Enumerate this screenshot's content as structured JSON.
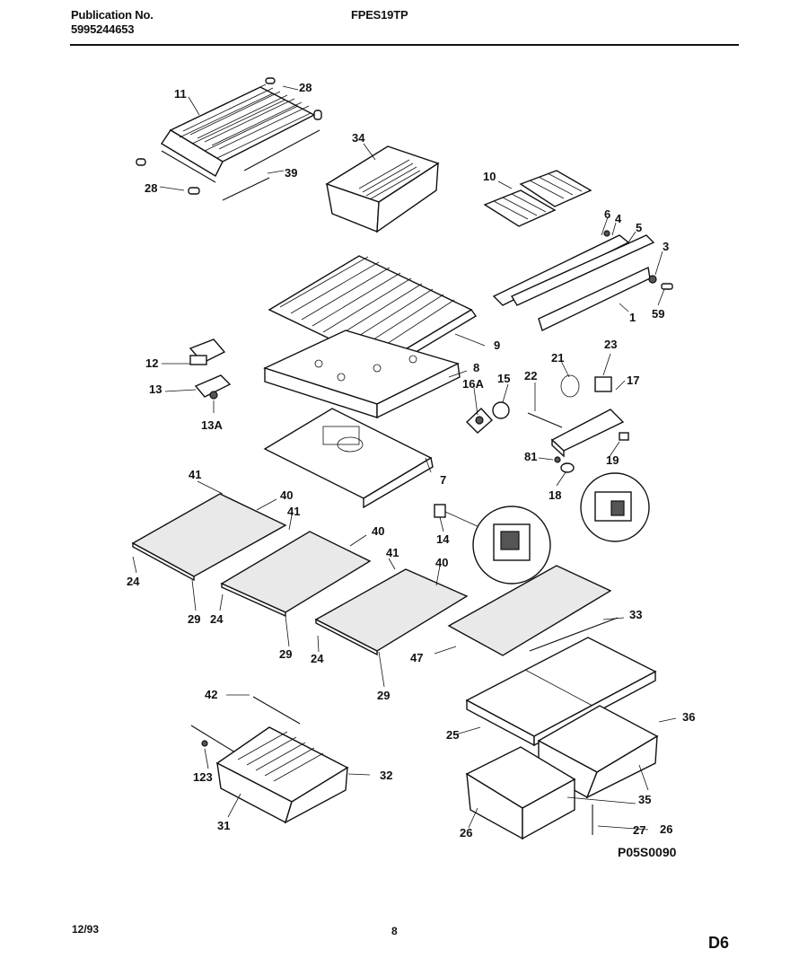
{
  "header": {
    "publication_label": "Publication No.",
    "publication_number": "5995244653",
    "model": "FPES19TP"
  },
  "diagram_code": "P05S0090",
  "footer": {
    "date": "12/93",
    "page": "8",
    "section": "D6"
  },
  "part_labels": {
    "p1": "1",
    "p3": "3",
    "p4": "4",
    "p5": "5",
    "p6": "6",
    "p7": "7",
    "p8": "8",
    "p9": "9",
    "p10": "10",
    "p11": "11",
    "p12": "12",
    "p13": "13",
    "p13a": "13A",
    "p14": "14",
    "p15": "15",
    "p16a": "16A",
    "p17": "17",
    "p18": "18",
    "p19": "19",
    "p21": "21",
    "p22": "22",
    "p23": "23",
    "p24a": "24",
    "p24b": "24",
    "p24c": "24",
    "p25": "25",
    "p26a": "26",
    "p26b": "26",
    "p27": "27",
    "p28a": "28",
    "p28b": "28",
    "p29a": "29",
    "p29b": "29",
    "p29c": "29",
    "p31": "31",
    "p32": "32",
    "p33": "33",
    "p34": "34",
    "p35": "35",
    "p36": "36",
    "p39": "39",
    "p40a": "40",
    "p40b": "40",
    "p40c": "40",
    "p41a": "41",
    "p41b": "41",
    "p41c": "41",
    "p42": "42",
    "p47": "47",
    "p59": "59",
    "p81": "81",
    "p123": "123"
  }
}
